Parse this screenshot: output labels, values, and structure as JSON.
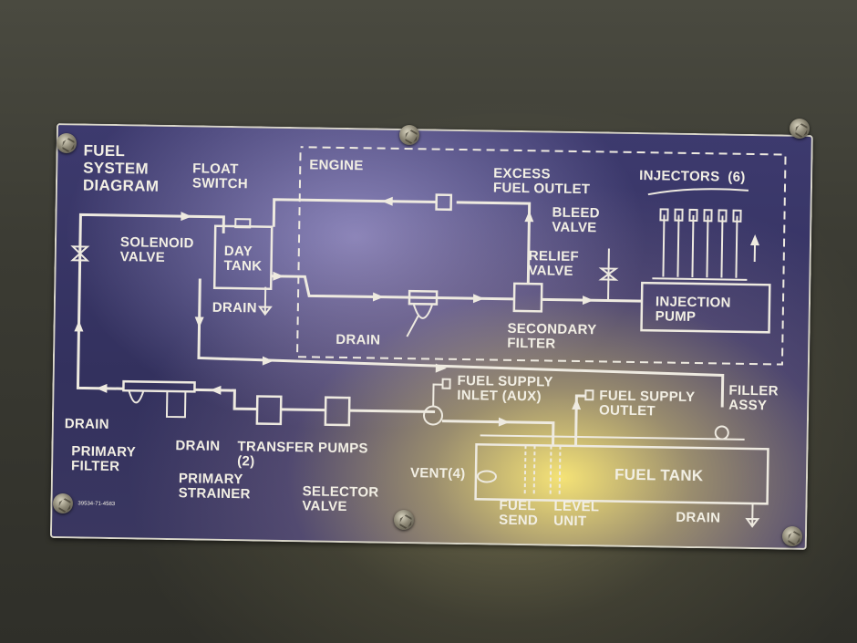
{
  "plate": {
    "title": "FUEL\nSYSTEM\nDIAGRAM",
    "part_number": "39534-71-4583",
    "colors": {
      "plate": "#35325f",
      "lines": "#eeeae0",
      "frame": "#d9d6c8"
    }
  },
  "labels": {
    "float_switch": "FLOAT\nSWITCH",
    "engine": "ENGINE",
    "excess_fuel_outlet": "EXCESS\nFUEL OUTLET",
    "injectors": "INJECTORS  (6)",
    "bleed_valve": "BLEED\nVALVE",
    "solenoid_valve": "SOLENOID\nVALVE",
    "day_tank": "DAY\nTANK",
    "relief_valve": "RELIEF\nVALVE",
    "injection_pump": "INJECTION\nPUMP",
    "drain_day_tank": "DRAIN",
    "drain_secondary": "DRAIN",
    "secondary_filter": "SECONDARY\nFILTER",
    "fuel_supply_inlet": "FUEL SUPPLY\nINLET (AUX)",
    "fuel_supply_outlet": "FUEL SUPPLY\nOUTLET",
    "filler_assy": "FILLER\nASSY",
    "drain_primary_filter": "DRAIN",
    "drain_primary_strainer": "DRAIN",
    "transfer_pumps": "TRANSFER PUMPS\n(2)",
    "primary_filter": "PRIMARY\nFILTER",
    "vent": "VENT(4)",
    "fuel_tank": "FUEL TANK",
    "primary_strainer": "PRIMARY\nSTRAINER",
    "selector_valve": "SELECTOR\nVALVE",
    "fuel_send": "FUEL\nSEND",
    "level_unit": "LEVEL\nUNIT",
    "drain_fuel_tank": "DRAIN"
  }
}
